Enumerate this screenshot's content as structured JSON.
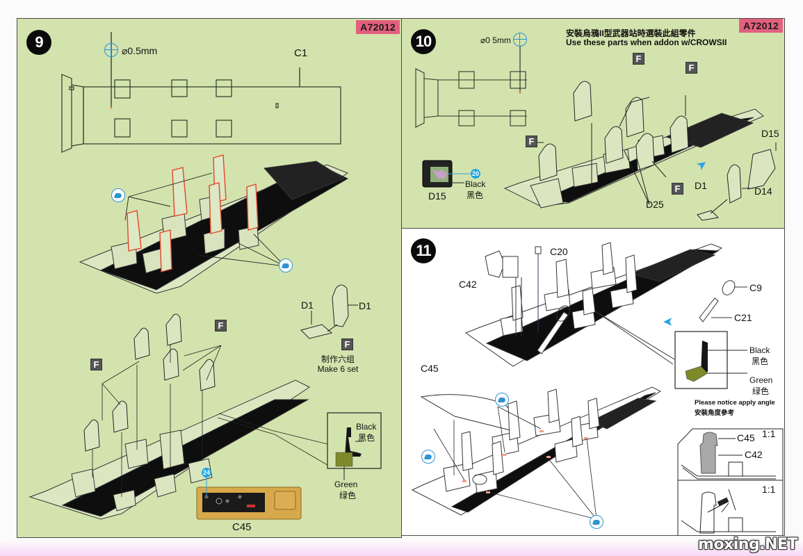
{
  "kit_code": "A72012",
  "steps": [
    {
      "number": "9",
      "drill_size": "⌀0.5mm",
      "part_labels": [
        "C1",
        "D1",
        "D1",
        "C45"
      ],
      "sub_assembly_tag": "F",
      "make_sets_cn": "制作六组",
      "make_sets_en": "Make 6 set",
      "paint_callout": {
        "black_en": "Black",
        "black_cn": "黑色",
        "green_en": "Green",
        "green_cn": "绿色"
      },
      "color_ref_number": "24"
    },
    {
      "number": "10",
      "drill_size": "⌀0 5mm",
      "note_cn": "安裝烏鴉II型武器站時選裝此組零件",
      "note_en": "Use these parts when addon w/CROWSII",
      "part_labels": [
        "D15",
        "D14",
        "D1",
        "D25",
        "D15"
      ],
      "sub_assembly_tag": "F",
      "paint_callout": {
        "black_en": "Black",
        "black_cn": "黑色"
      },
      "color_ref_number": "20"
    },
    {
      "number": "11",
      "part_labels": [
        "C42",
        "C20",
        "C9",
        "C21",
        "C45"
      ],
      "paint_callout": {
        "black_en": "Black",
        "black_cn": "黑色",
        "green_en": "Green",
        "green_cn": "绿色"
      },
      "angle_note_en": "Please notice apply angle",
      "angle_note_cn": "安裝角度參考",
      "angle_views": [
        {
          "scale": "1:1",
          "labels": [
            "C45",
            "C42"
          ]
        },
        {
          "scale": "1:1",
          "labels": []
        }
      ]
    }
  ],
  "icons": {
    "drill": "drill-hole-icon",
    "glue": "cement-glue-icon",
    "arrow": "direction-arrow-icon"
  },
  "colors": {
    "panel_green": "#d3e3ad",
    "tag_pink": "#e2607e",
    "seat_black": "#151515",
    "base_green": "#7e8a2a",
    "dash_tan": "#d8a94a",
    "accent_blue": "#2aa4e2",
    "highlight_red": "#e2452a"
  },
  "watermark": "moxing.NET"
}
